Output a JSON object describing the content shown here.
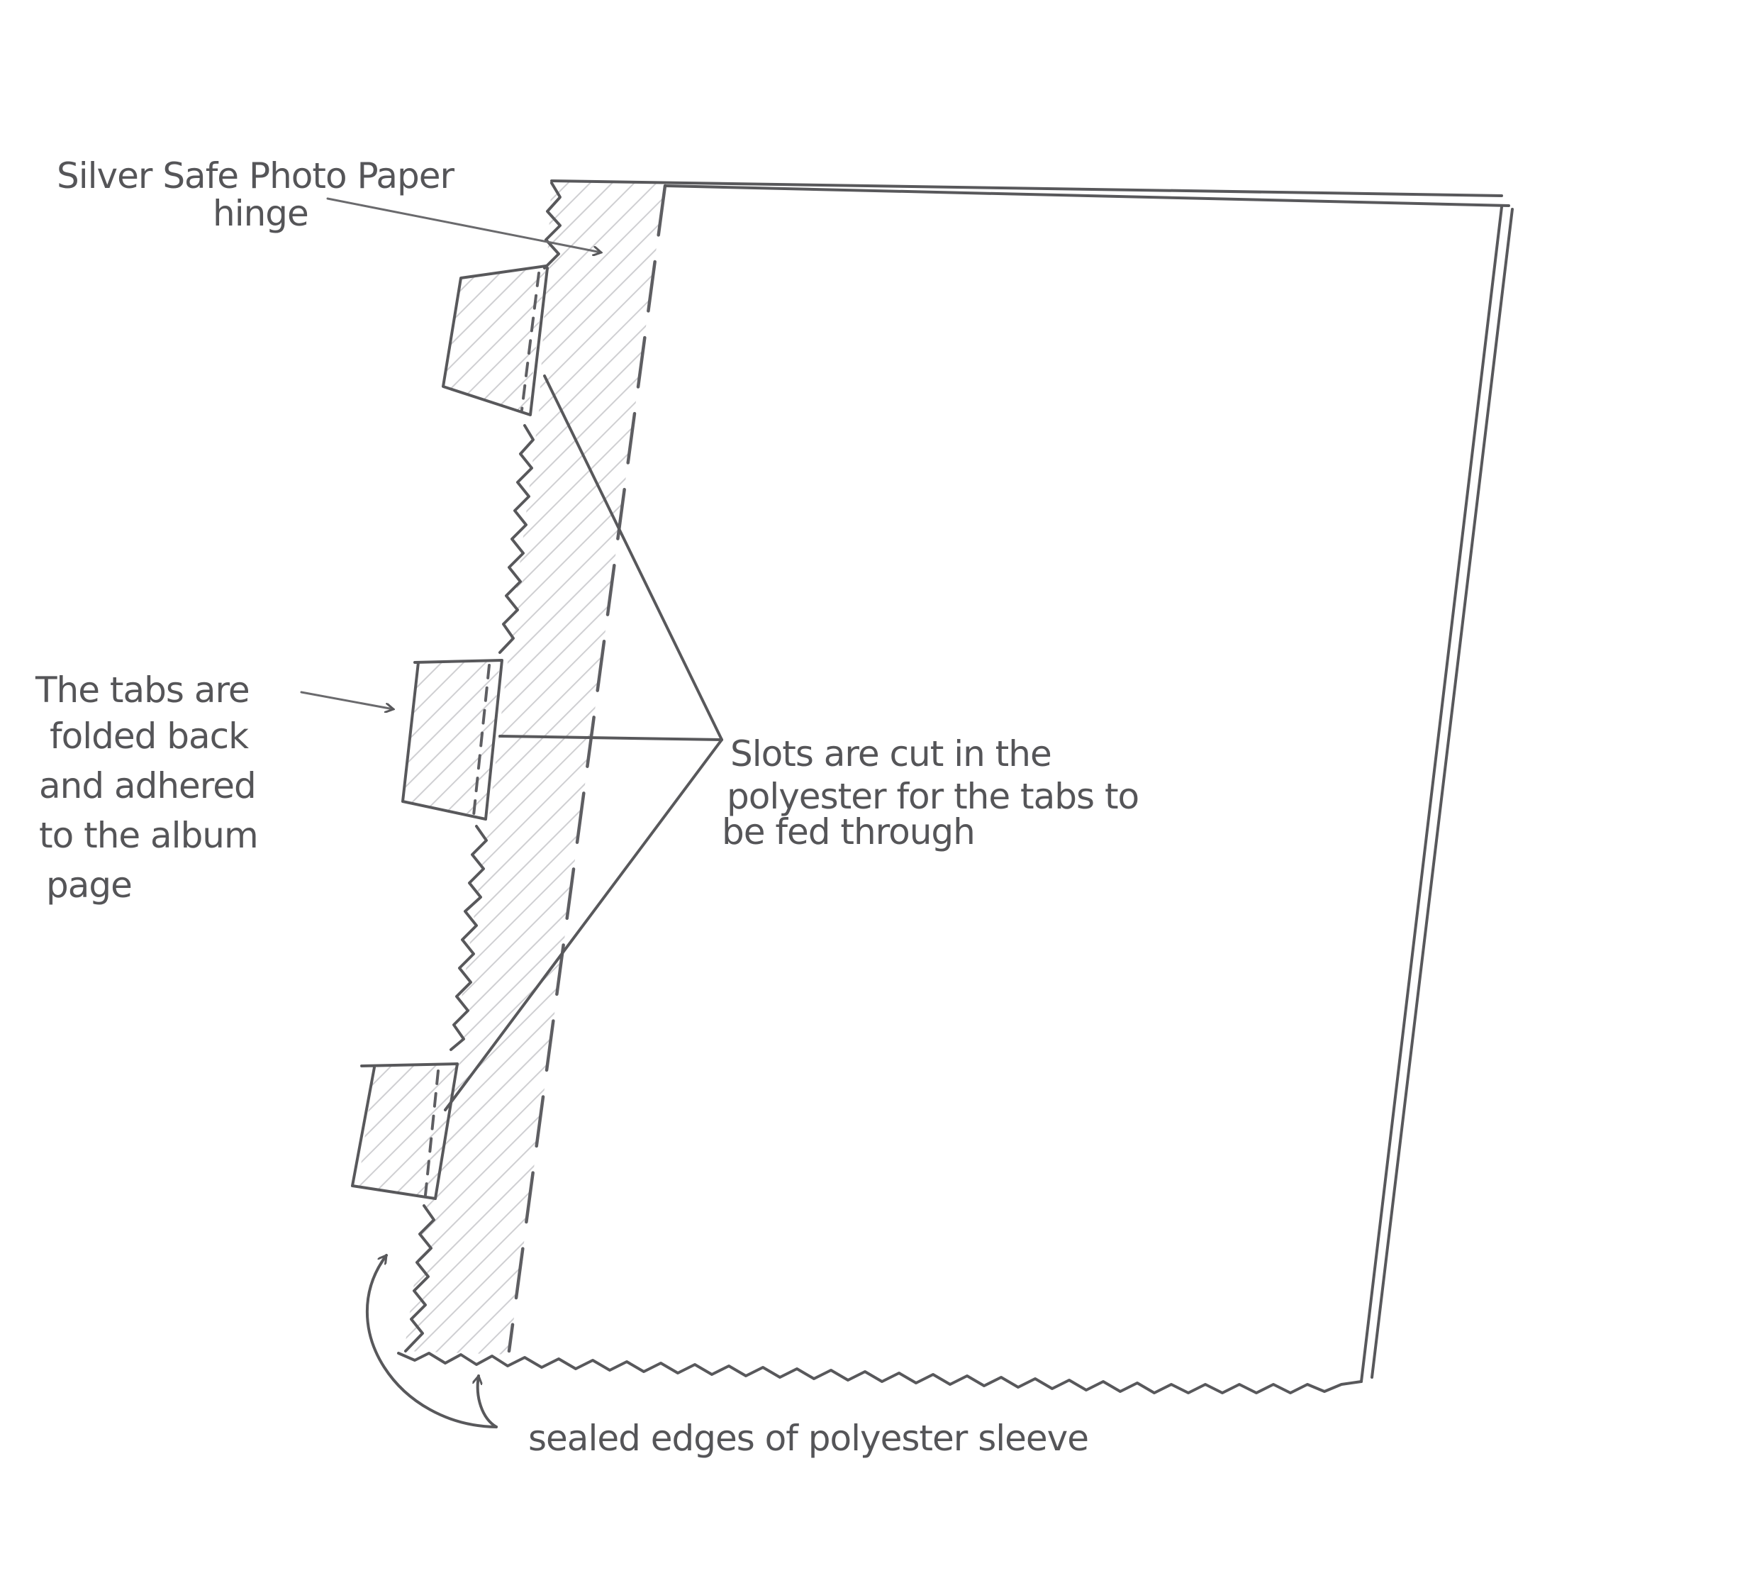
{
  "diagram": {
    "type": "hand-drawn technical sketch",
    "subject": "Polyester sleeve attached to album page with photo paper hinge and tabs",
    "colors": {
      "background": "#ffffff",
      "ink": "#58585b",
      "hatch": "#c9c9cc"
    },
    "labels": {
      "hinge": {
        "line1": "Silver Safe Photo Paper",
        "line2": "hinge"
      },
      "tabs": {
        "line1": "The tabs are",
        "line2": "folded back",
        "line3": "and adhered",
        "line4": "to the album",
        "line5": "page"
      },
      "slots": {
        "line1": "Slots are cut in the",
        "line2": "polyester for the tabs to",
        "line3": "be fed through"
      },
      "sealed": {
        "line1": "sealed edges of polyester sleeve"
      }
    },
    "components": [
      {
        "id": "polyester-sleeve",
        "description": "Large rectangle sleeve, top edge straight, right edge double line, bottom and left edges zigzag (sealed)"
      },
      {
        "id": "hinge-strip",
        "description": "Hatched strip along left edge bounded by dashed line"
      },
      {
        "id": "tab-1",
        "description": "Top tab folded back"
      },
      {
        "id": "tab-2",
        "description": "Middle tab folded back"
      },
      {
        "id": "tab-3",
        "description": "Bottom tab folded back"
      }
    ]
  }
}
